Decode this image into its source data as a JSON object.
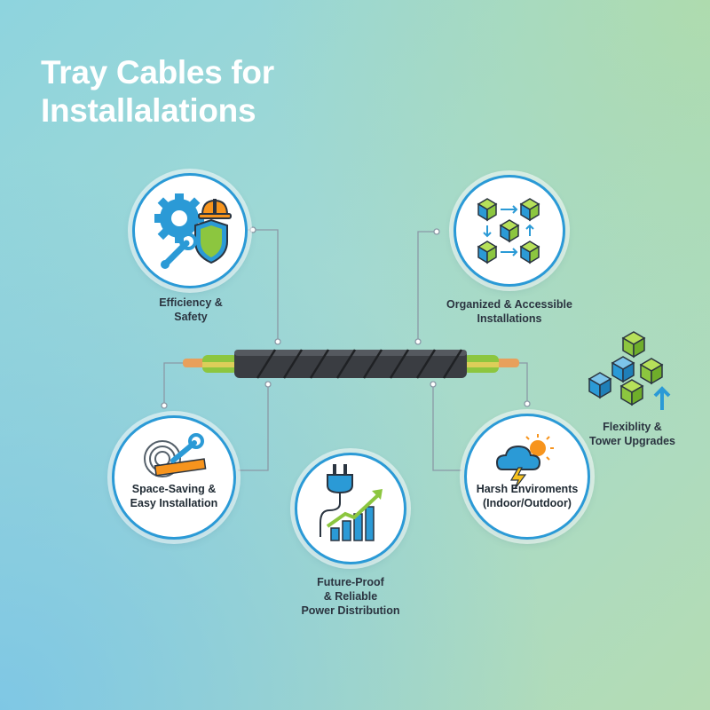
{
  "title": {
    "line1": "Tray Cables for",
    "line2": "Installalations"
  },
  "colors": {
    "accent": "#2b9ad6",
    "green": "#8cc63f",
    "orange": "#f7941d",
    "cable": "#3a3d42"
  },
  "features": {
    "efficiency": {
      "line1": "Efficiency &",
      "line2": "Safety",
      "icons": [
        "gear-icon",
        "hard-hat-icon",
        "shield-icon",
        "wrench-icon"
      ]
    },
    "organized": {
      "line1": "Organized & Accessible",
      "line2": "Installations",
      "icons": [
        "cube-icon",
        "arrow-icon"
      ]
    },
    "flexibility": {
      "line1": "Flexiblity &",
      "line2": "Tower Upgrades",
      "icons": [
        "stacked-cubes-icon",
        "arrow-up-icon"
      ]
    },
    "space": {
      "line1": "Space-Saving &",
      "line2": "Easy Installation",
      "icons": [
        "cable-coil-icon",
        "ruler-icon",
        "wrench-icon"
      ]
    },
    "future": {
      "line1": "Future-Proof",
      "line2": "& Reliable",
      "line3": "Power Distribution",
      "icons": [
        "plug-icon",
        "bar-chart-icon",
        "trend-arrow-icon"
      ]
    },
    "harsh": {
      "line1": "Harsh Enviroments",
      "line2": "(Indoor/Outdoor)",
      "icons": [
        "storm-cloud-icon",
        "sun-icon",
        "lightning-icon"
      ]
    }
  }
}
